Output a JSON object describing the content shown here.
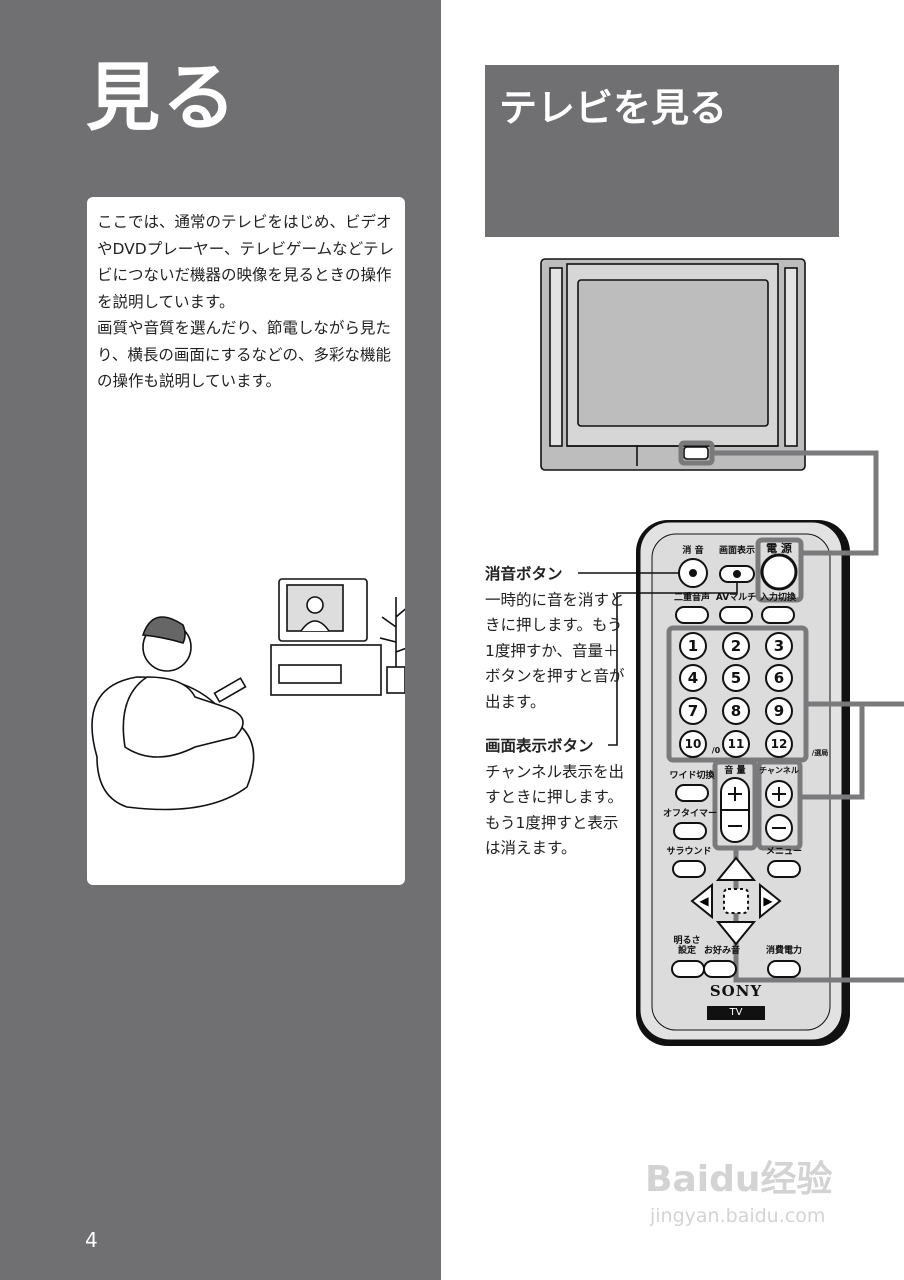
{
  "left": {
    "title": "見る",
    "intro_lines": [
      "ここでは、通常のテレビをはじめ、ビデオやDVDプレーヤー、テレビゲームなどテレビにつないだ機器の映像を見るときの操作を説明しています。",
      "画質や音質を選んだり、節電しながら見たり、横長の画面にするなどの、多彩な機能の操作も説明しています。"
    ],
    "page_number": "4"
  },
  "right": {
    "section_title": "テレビを見る",
    "callouts": [
      {
        "head": "消音ボタン",
        "body": "一時的に音を消すときに押します。もう1度押すか、音量＋ボタンを押すと音が出ます。"
      },
      {
        "head": "画面表示ボタン",
        "body": "チャンネル表示を出すときに押します。もう1度押すと表示は消えます。"
      }
    ]
  },
  "remote": {
    "buttons": {
      "mute": "消 音",
      "display": "画面表示",
      "power": "電 源",
      "dual_audio": "二重音声",
      "av_multi": "AVマルチ",
      "input": "入力切換",
      "wide": "ワイド切換",
      "volume": "音 量",
      "channel": "チャンネル",
      "off_timer": "オフタイマー",
      "surround": "サラウンド",
      "menu": "メニュー",
      "brightness": "明るさ設定",
      "sound_pref": "お好み音",
      "power_save": "消費電力"
    },
    "numbers": [
      "1",
      "2",
      "3",
      "4",
      "5",
      "6",
      "7",
      "8",
      "9",
      "10",
      "11",
      "12"
    ],
    "num10_sub": "/0",
    "num12_sub": "/選局",
    "brand": "SONY",
    "mode": "TV"
  },
  "watermark": {
    "logo": "Baidu经验",
    "url": "jingyan.baidu.com"
  },
  "colors": {
    "panel_gray": "#706f71",
    "callout_line": "#7a797b"
  }
}
